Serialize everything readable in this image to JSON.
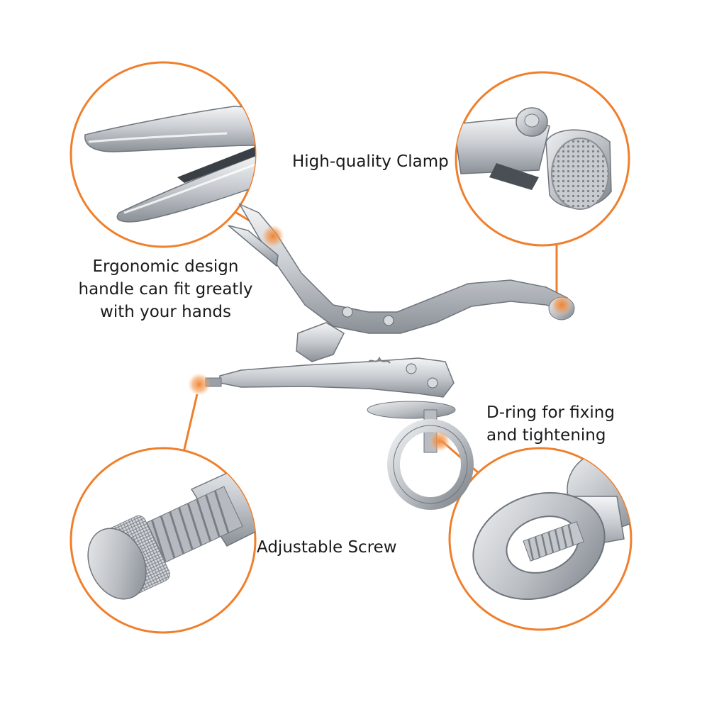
{
  "callouts": {
    "clamp": {
      "label": "High-quality Clamp"
    },
    "handle": {
      "lines": [
        "Ergonomic design",
        "handle can fit greatly",
        "with your hands"
      ]
    },
    "d_ring": {
      "lines": [
        "D-ring for fixing",
        "and tightening"
      ]
    },
    "screw": {
      "label": "Adjustable Screw"
    }
  },
  "colors": {
    "accent": "#f07f2b",
    "metal": "#c9ccd0",
    "metal_dark": "#8e9399",
    "background": "#ffffff"
  },
  "icons": [
    "jaw-detail-icon",
    "clamp-pad-icon",
    "adjustable-screw-icon",
    "d-ring-icon",
    "locking-pliers-icon"
  ]
}
